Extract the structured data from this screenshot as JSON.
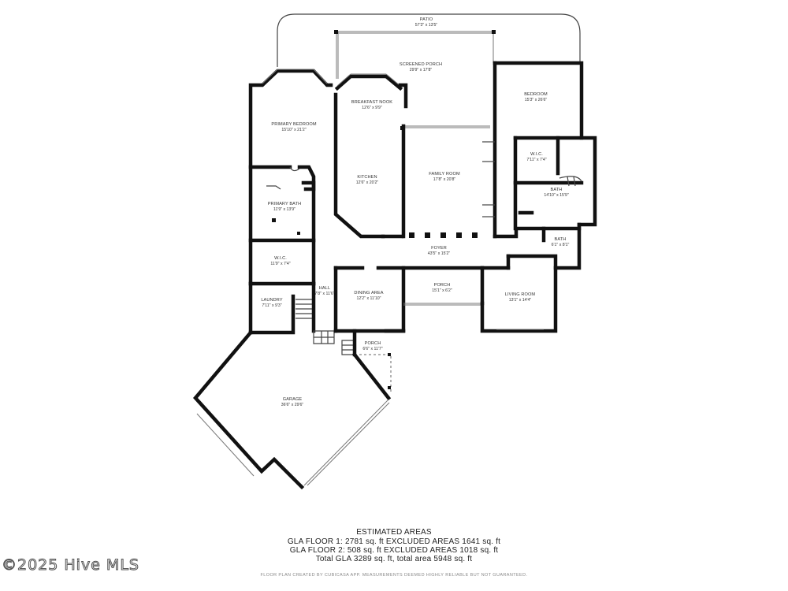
{
  "rooms": {
    "patio": {
      "name": "PATIO",
      "dim": "57'3\" x 13'5\""
    },
    "screened_porch": {
      "name": "SCREENED PORCH",
      "dim": "29'9\" x 17'8\""
    },
    "bedroom": {
      "name": "BEDROOM",
      "dim": "15'3\" x 26'6\""
    },
    "breakfast_nook": {
      "name": "BREAKFAST NOOK",
      "dim": "12'6\" x 9'9\""
    },
    "primary_bedroom": {
      "name": "PRIMARY BEDROOM",
      "dim": "15'10\" x 21'2\""
    },
    "wic_right": {
      "name": "W.I.C.",
      "dim": "7'11\" x 7'4\""
    },
    "family_room": {
      "name": "FAMILY ROOM",
      "dim": "17'8\" x 20'8\""
    },
    "kitchen": {
      "name": "KITCHEN",
      "dim": "12'6\" x 20'2\""
    },
    "bath_large": {
      "name": "BATH",
      "dim": "14'10\" x 15'9\""
    },
    "primary_bath": {
      "name": "PRIMARY BATH",
      "dim": "11'9\" x 13'9\""
    },
    "bath_small": {
      "name": "BATH",
      "dim": "6'1\" x 8'1\""
    },
    "foyer": {
      "name": "FOYER",
      "dim": "43'5\" x 15'2\""
    },
    "wic_left": {
      "name": "W.I.C.",
      "dim": "11'9\" x 7'4\""
    },
    "hall": {
      "name": "HALL",
      "dim": "7'8\" x 11'6\""
    },
    "porch_front": {
      "name": "PORCH",
      "dim": "15'1\" x 6'2\""
    },
    "living_room": {
      "name": "LIVING ROOM",
      "dim": "13'1\" x 14'4\""
    },
    "laundry": {
      "name": "LAUNDRY",
      "dim": "7'11\" x 9'3\""
    },
    "dining_area": {
      "name": "DINING AREA",
      "dim": "12'2\" x 11'10\""
    },
    "porch_side": {
      "name": "PORCH",
      "dim": "6'6\" x 11'7\""
    },
    "garage": {
      "name": "GARAGE",
      "dim": "36'6\" x 29'6\""
    }
  },
  "estimates": {
    "heading": "ESTIMATED AREAS",
    "floor1": "GLA FLOOR 1: 2781 sq. ft EXCLUDED AREAS 1641 sq. ft",
    "floor2": "GLA FLOOR 2: 508 sq. ft EXCLUDED AREAS 1018 sq. ft",
    "total": "Total GLA 3289 sq. ft, total area 5948 sq. ft"
  },
  "footer": "FLOOR PLAN CREATED BY CUBICASA APP. MEASUREMENTS DEEMED HIGHLY RELIABLE BUT NOT GUARANTEED.",
  "watermark": "©2025 Hive MLS"
}
